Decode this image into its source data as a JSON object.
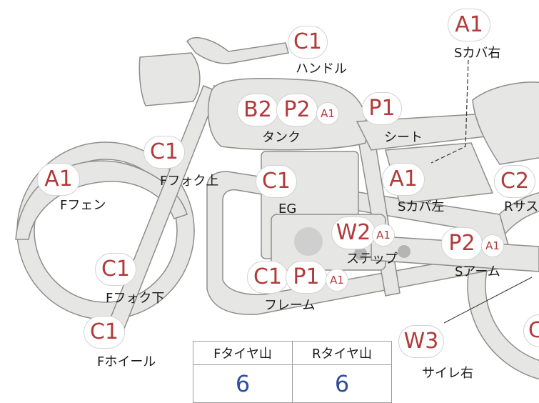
{
  "colors": {
    "badge_text": "#b23a3a",
    "body_fill": "#e6e6e4",
    "body_stroke": "#8d8d8d",
    "value_text": "#2f4f9a"
  },
  "badges": {
    "handle": [
      "C1"
    ],
    "s_cover_right": [
      "A1"
    ],
    "tank": [
      "B2",
      "P2",
      "A1"
    ],
    "seat": [
      "P1"
    ],
    "f_fork_upper": [
      "C1"
    ],
    "f_fender": [
      "A1"
    ],
    "engine": [
      "C1"
    ],
    "s_cover_left": [
      "A1"
    ],
    "r_sus": [
      "C2"
    ],
    "step": [
      "W2",
      "A1"
    ],
    "s_arm": [
      "P2",
      "A1"
    ],
    "f_fork_lower": [
      "C1"
    ],
    "frame": [
      "C1",
      "P1",
      "A1"
    ],
    "f_wheel": [
      "C1"
    ],
    "sairen_right": [
      "W3"
    ],
    "r_edge": [
      "C"
    ]
  },
  "labels": {
    "handle": "ハンドル",
    "s_cover_right": "Sカバ右",
    "tank": "タンク",
    "seat": "シート",
    "f_fork_upper": "Fフォク上",
    "f_fender": "Fフェン",
    "engine": "EG",
    "s_cover_left": "Sカバ左",
    "r_sus": "Rサス",
    "step": "ステップ",
    "s_arm": "Sアーム",
    "f_fork_lower": "Fフォク下",
    "frame": "フレーム",
    "f_wheel": "Fホイール",
    "sairen_right": "サイレ右"
  },
  "tire_table": {
    "headers": [
      "Fタイヤ山",
      "Rタイヤ山"
    ],
    "values": [
      "6",
      "6"
    ]
  }
}
